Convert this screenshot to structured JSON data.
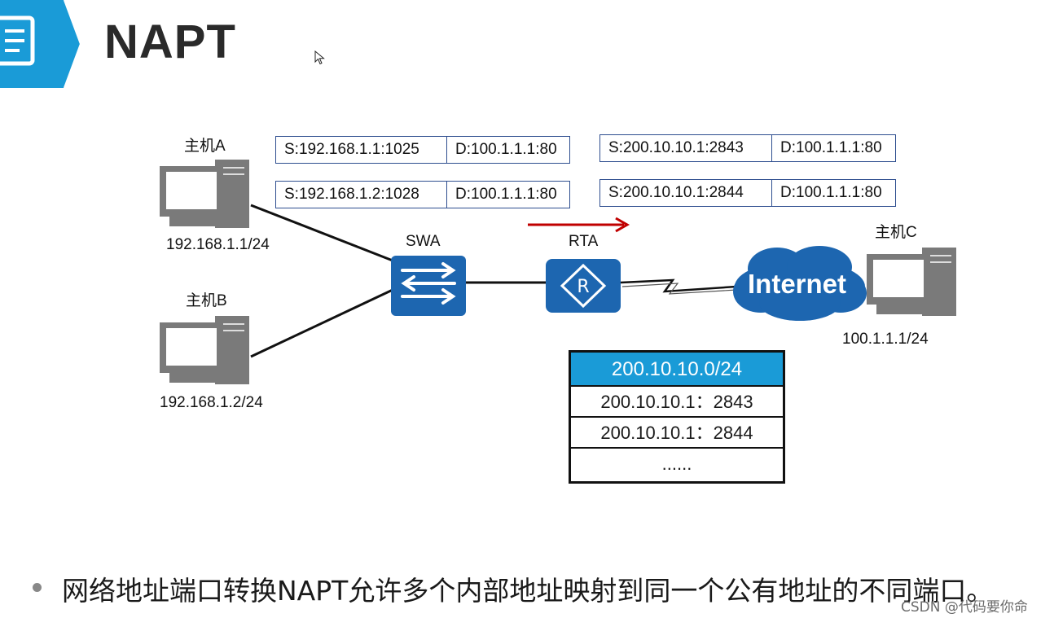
{
  "header": {
    "title": "NAPT"
  },
  "hosts": {
    "a": {
      "name": "主机A",
      "ip": "192.168.1.1/24"
    },
    "b": {
      "name": "主机B",
      "ip": "192.168.1.2/24"
    },
    "c": {
      "name": "主机C",
      "ip": "100.1.1.1/24"
    }
  },
  "devices": {
    "switch": "SWA",
    "router": "RTA",
    "cloud": "Internet"
  },
  "packets_inside": [
    {
      "src": "S:192.168.1.1:1025",
      "dst": "D:100.1.1.1:80"
    },
    {
      "src": "S:192.168.1.2:1028",
      "dst": "D:100.1.1.1:80"
    }
  ],
  "packets_outside": [
    {
      "src": "S:200.10.10.1:2843",
      "dst": "D:100.1.1.1:80"
    },
    {
      "src": "S:200.10.10.1:2844",
      "dst": "D:100.1.1.1:80"
    }
  ],
  "pool": {
    "header": "200.10.10.0/24",
    "rows": [
      "200.10.10.1：2843",
      "200.10.10.1：2844",
      "......"
    ]
  },
  "bullet": "网络地址端口转换NAPT允许多个内部地址映射到同一个公有地址的不同端口。",
  "watermark": "CSDN @代码要你命",
  "colors": {
    "accent": "#1a9bd7",
    "device": "#1d66b0",
    "arrow": "#c00000",
    "pc": "#7a7a7a"
  }
}
